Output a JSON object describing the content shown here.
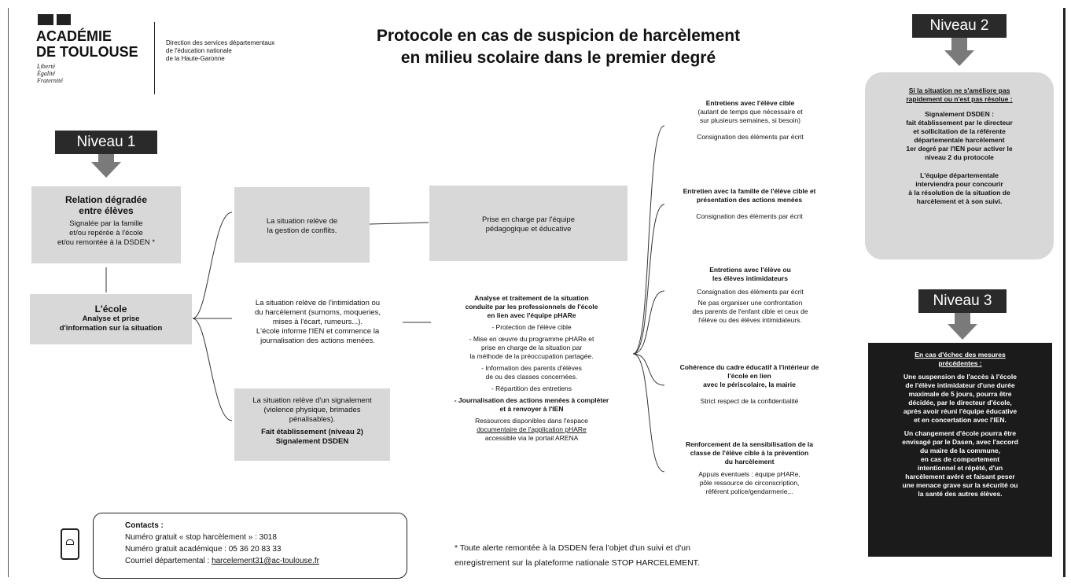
{
  "header": {
    "academy_line1": "ACADÉMIE",
    "academy_line2": "DE TOULOUSE",
    "motto": [
      "Liberté",
      "Égalité",
      "Fraternité"
    ],
    "direction": [
      "Direction des services départementaux",
      "de l'éducation nationale",
      "de la Haute-Garonne"
    ],
    "title_line1": "Protocole en cas de suspicion de harcèlement",
    "title_line2": "en milieu scolaire dans le premier degré"
  },
  "level1": {
    "label": "Niveau 1",
    "relation_title1": "Relation dégradée",
    "relation_title2": "entre élèves",
    "relation_text": [
      "Signalée par la famille",
      "et/ou repérée à l'école",
      "et/ou remontée à la DSDEN *"
    ],
    "ecole_title": "L'école",
    "ecole_text": [
      "Analyse et prise",
      "d'information sur la situation"
    ]
  },
  "branches": {
    "conflits": [
      "La situation relève de",
      "la gestion de conflits."
    ],
    "intimidation": [
      "La situation relève de l'intimidation ou",
      "du harcèlement (surnoms, moqueries,",
      "mises à l'écart, rumeurs...).",
      "L'école informe l'IEN et commence la",
      "journalisation des actions menées."
    ],
    "signalement": [
      "La situation relève d'un signalement",
      "(violence physique, brimades",
      "pénalisables).",
      "Fait établissement (niveau 2)",
      "Signalement DSDEN"
    ]
  },
  "prise_en_charge": [
    "Prise en charge par l'équipe",
    "pédagogique et éducative"
  ],
  "analyse": {
    "title": [
      "Analyse et traitement de la situation",
      "conduite par les professionnels de l'école",
      "en lien avec l'équipe pHARe"
    ],
    "items": [
      [
        "- Protection de l'élève cible"
      ],
      [
        "- Mise en œuvre du programme pHARe et",
        "prise en charge de la situation par",
        "la méthode de la préoccupation partagée."
      ],
      [
        "- Information des parents d'élèves",
        "de ou des classes concernées."
      ],
      [
        "- Répartition des entretiens"
      ],
      [
        "- Journalisation des actions menées à compléter",
        "et à renvoyer à l'IEN"
      ]
    ],
    "resources": [
      "Ressources disponibles dans l'espace",
      "documentaire de l'application pHARe",
      "accessible via le portail ARENA"
    ]
  },
  "actions": [
    {
      "title": [
        "Entretiens avec l'élève cible"
      ],
      "sub": [
        "(autant de temps que nécessaire et",
        "sur plusieurs semaines, si besoin)"
      ],
      "note": [
        "Consignation des éléments par écrit"
      ]
    },
    {
      "title": [
        "Entretien avec la famille de l'élève cible et",
        "présentation des actions menées"
      ],
      "sub": [],
      "note": [
        "Consignation des éléments par écrit"
      ]
    },
    {
      "title": [
        "Entretiens avec l'élève ou",
        "les élèves intimidateurs"
      ],
      "sub": [],
      "note": [
        "Consignation des éléments par écrit",
        "Ne pas organiser une confrontation",
        "des parents de l'enfant cible et ceux de",
        "l'élève ou des élèves intimidateurs."
      ]
    },
    {
      "title": [
        "Cohérence du cadre éducatif à l'intérieur de",
        "l'école en lien",
        "avec le périscolaire, la mairie"
      ],
      "sub": [],
      "note": [
        "Strict respect de la confidentialité"
      ]
    },
    {
      "title": [
        "Renforcement de la sensibilisation de la",
        "classe de l'élève cible à la prévention",
        "du harcèlement"
      ],
      "sub": [],
      "note": [
        "Appuis éventuels : équipe pHARe,",
        "pôle ressource de circonscription,",
        "référent police/gendarmerie..."
      ]
    }
  ],
  "level2": {
    "label": "Niveau 2",
    "intro": [
      "Si la situation ne s'améliore pas",
      "rapidement ou n'est pas résolue :"
    ],
    "body": [
      "Signalement DSDEN :",
      "fait établissement par le directeur",
      "et sollicitation de la référente",
      "départementale harcèlement",
      "1er degré par l'IEN pour activer le",
      "niveau 2 du protocole"
    ],
    "team": [
      "L'équipe départementale",
      "interviendra pour concourir",
      "à la résolution de la situation de",
      "harcèlement et à son suivi."
    ]
  },
  "level3": {
    "label": "Niveau 3",
    "intro": [
      "En cas d'échec des mesures",
      "précédentes :"
    ],
    "p1": [
      "Une suspension de l'accès à l'école",
      "de l'élève intimidateur d'une durée",
      "maximale de 5 jours, pourra être",
      "décidée, par le directeur d'école,",
      "après avoir réuni l'équipe éducative",
      "et en concertation avec l'IEN."
    ],
    "p2": [
      "Un changement d'école pourra être",
      "envisagé par le Dasen, avec l'accord",
      "du maire de la commune,",
      "en cas de comportement",
      "intentionnel et répété, d'un",
      "harcèlement avéré et faisant peser",
      "une menace grave sur la sécurité ou",
      "la santé des autres élèves."
    ]
  },
  "contacts": {
    "title": "Contacts :",
    "line1": "Numéro gratuit « stop harcèlement » : 3018",
    "line2": "Numéro gratuit académique : 05 36 20 83 33",
    "line3_label": "Courriel départemental : ",
    "line3_email": "harcelement31@ac-toulouse.fr"
  },
  "footnote": [
    "* Toute alerte remontée à la DSDEN fera l'objet d'un suivi et d'un",
    "enregistrement sur la plateforme nationale STOP HARCELEMENT."
  ]
}
